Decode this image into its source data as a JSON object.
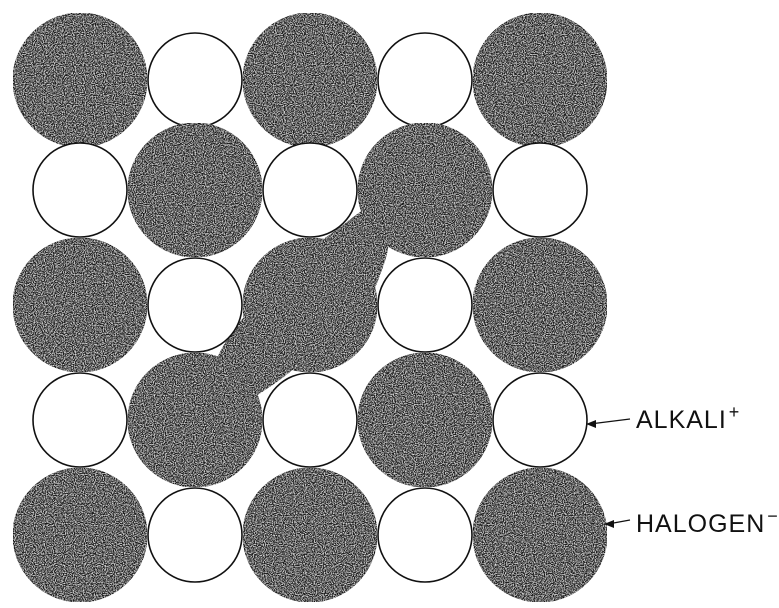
{
  "legend": {
    "alkali": {
      "text": "ALKALI",
      "sign": "+"
    },
    "halogen": {
      "text": "HALOGEN",
      "sign": "−"
    }
  },
  "lattice": {
    "rows": 5,
    "columns": 5,
    "anion_color": "#1c1c1c",
    "cation_color": "#ffffff",
    "outline_color": "#111111"
  }
}
